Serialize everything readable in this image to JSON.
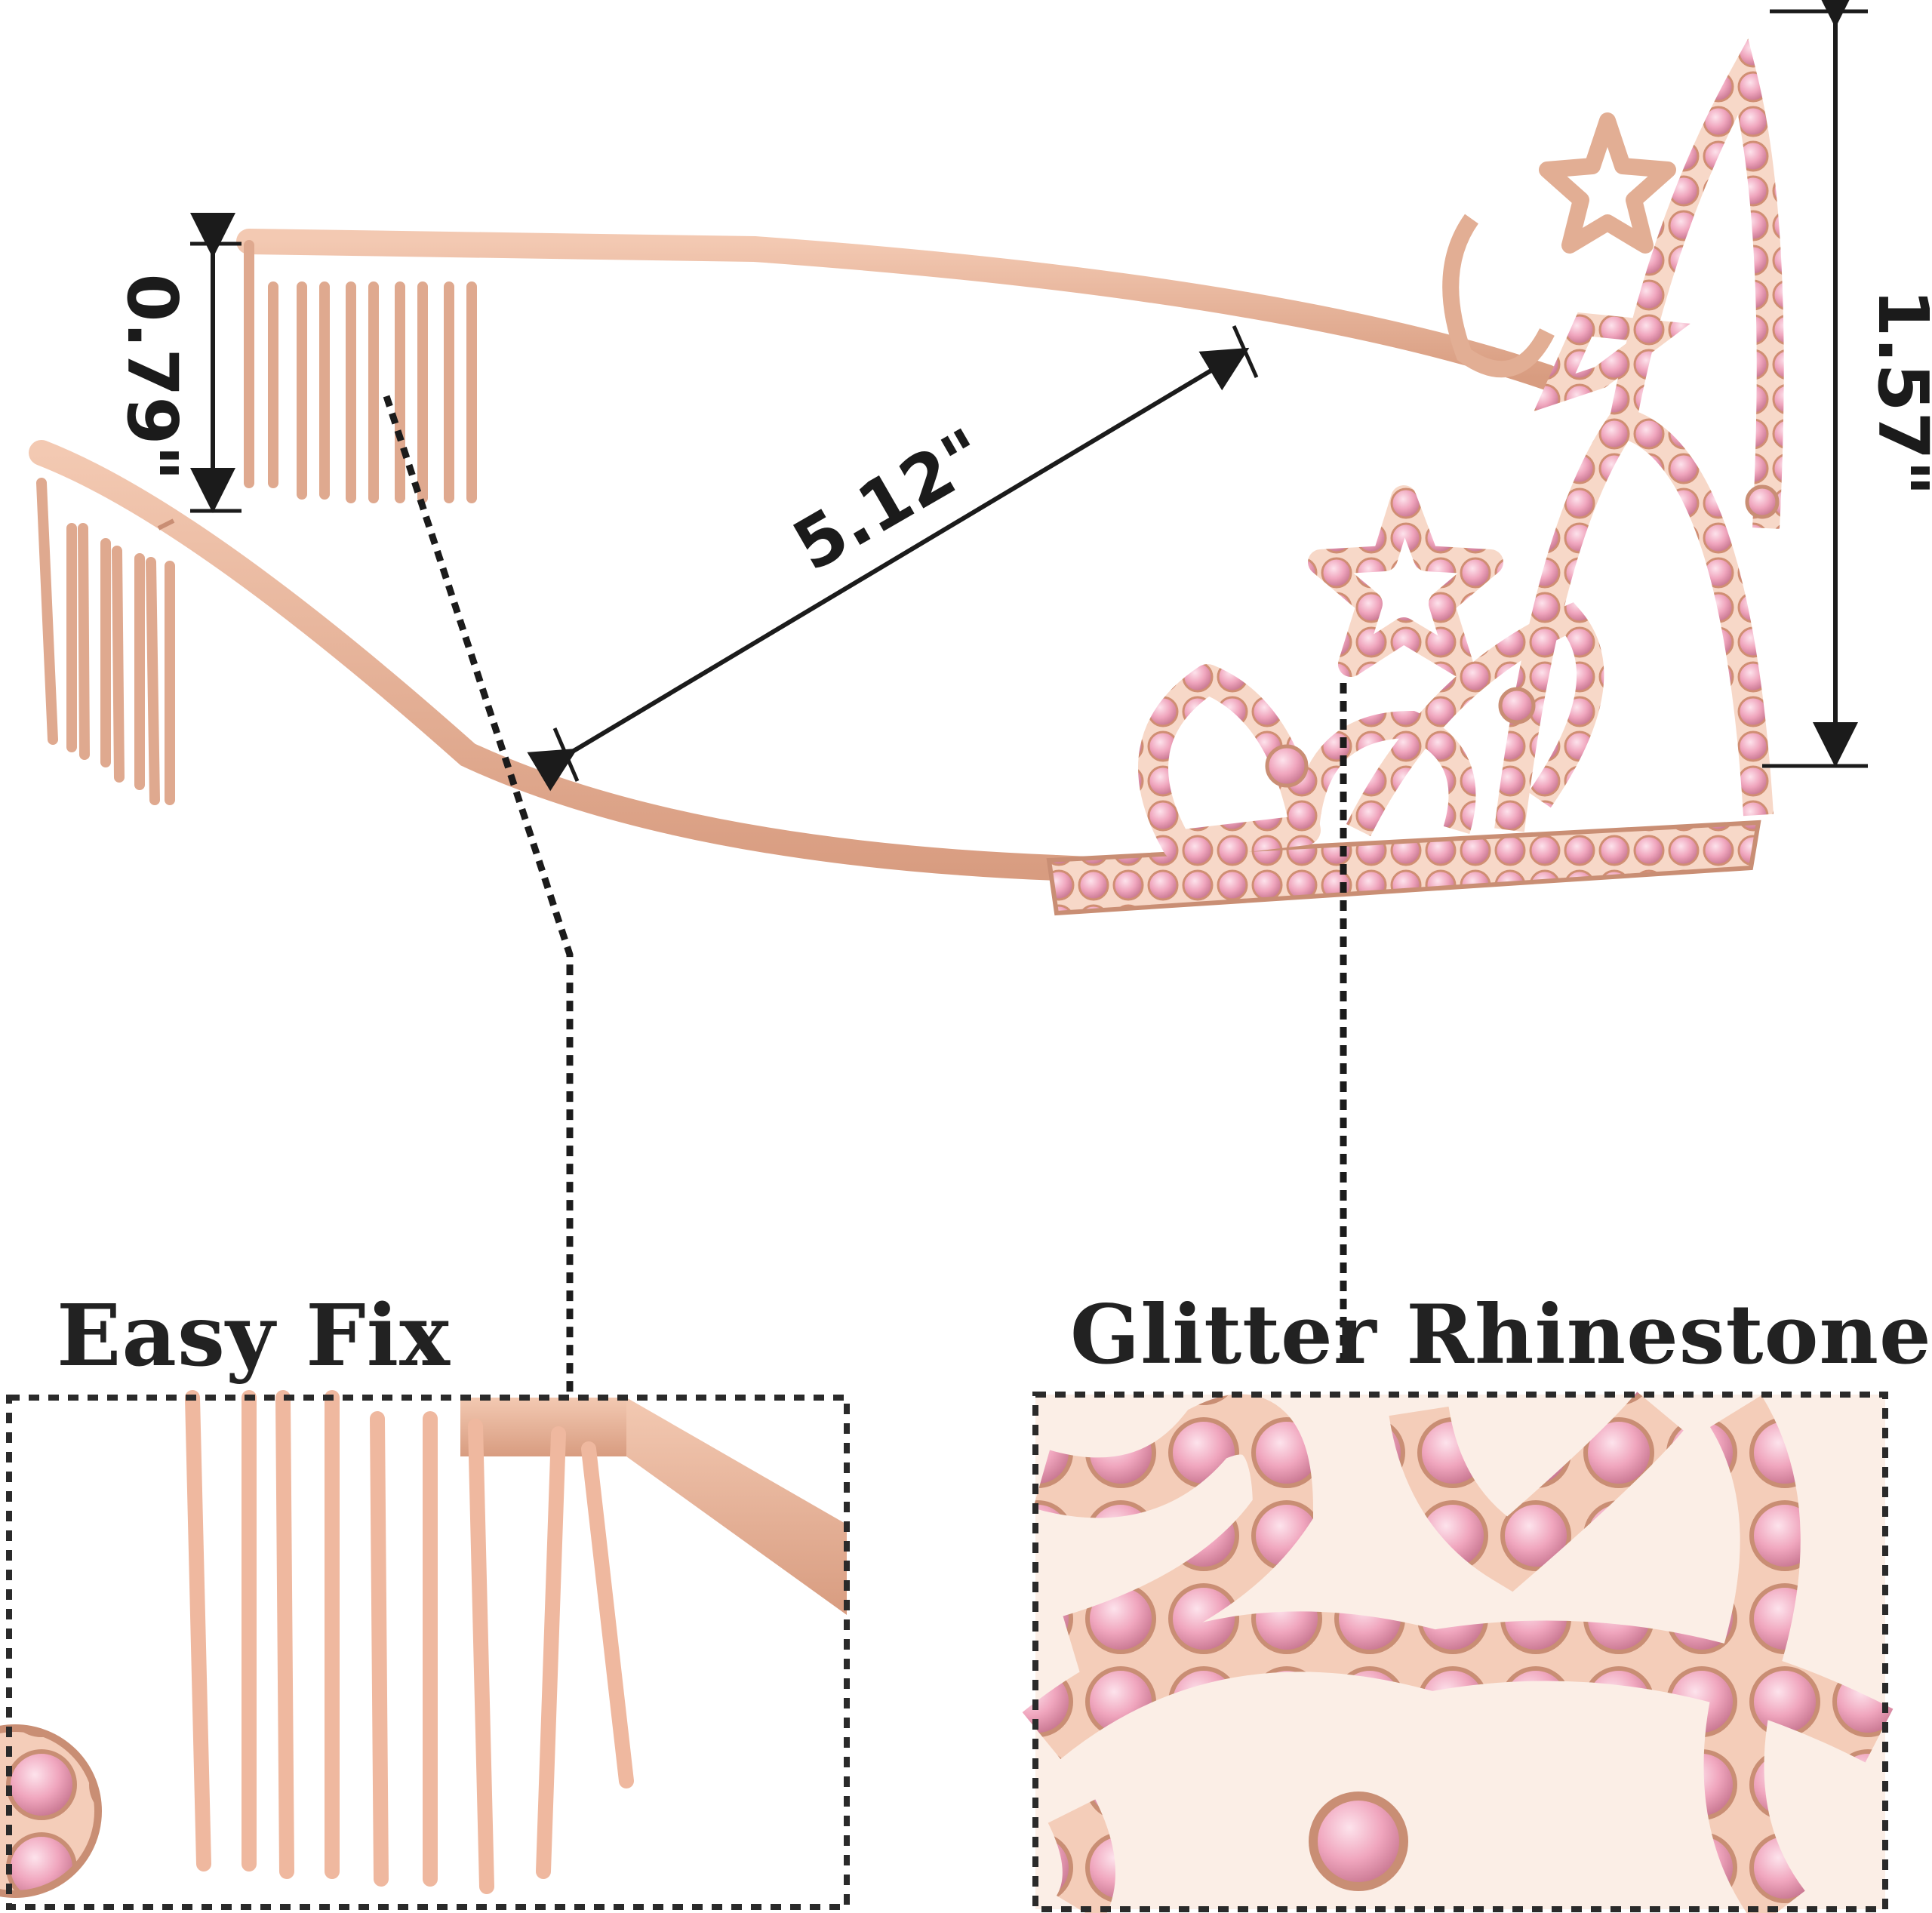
{
  "measurements": {
    "comb_height": "0.79\"",
    "band_width": "5.12\"",
    "crown_height": "1.57\""
  },
  "callouts": {
    "left": "Easy Fix",
    "right": "Glitter Rhinestones"
  },
  "colors": {
    "metal": "#e8b49a",
    "metal_dark": "#c98e74",
    "rhinestone": "#f0a6be",
    "rhinestone_dark": "#d9879f",
    "ink": "#1b1b1b"
  }
}
